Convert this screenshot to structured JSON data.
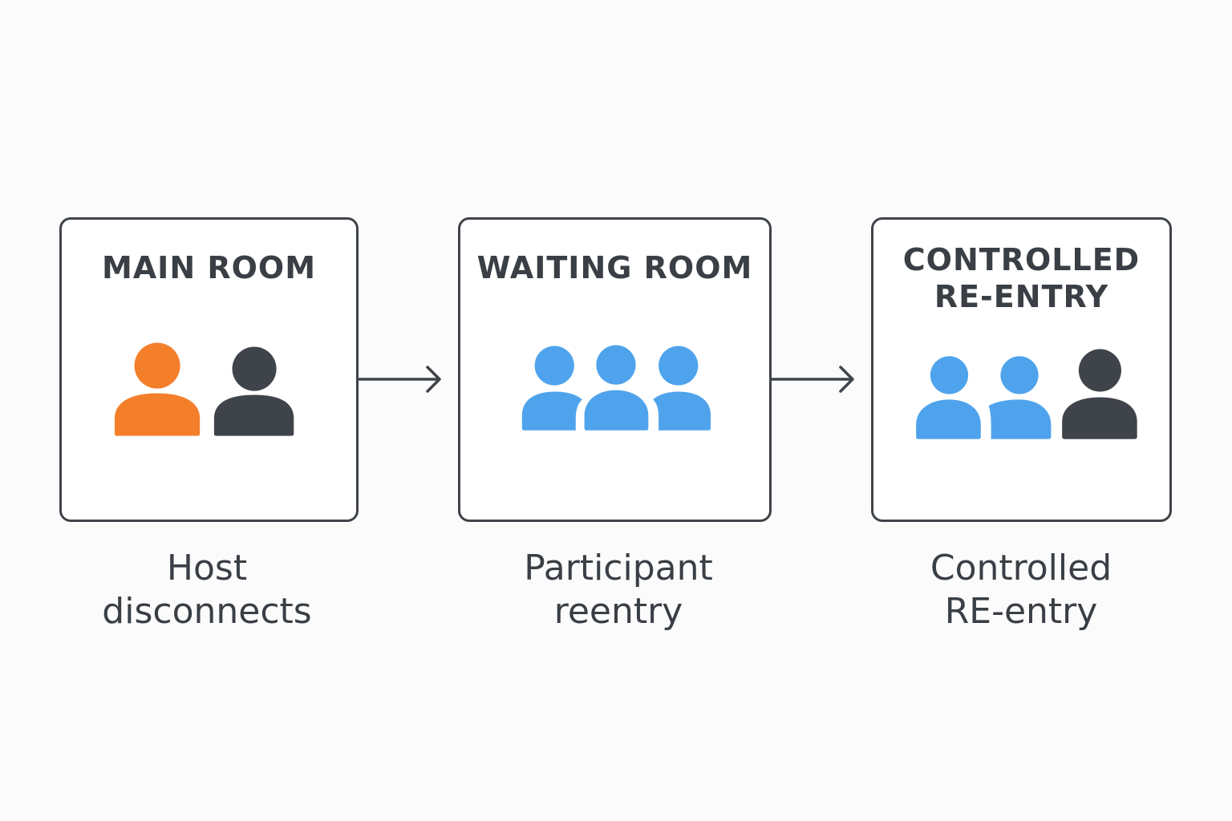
{
  "colors": {
    "host_orange": "#f47f2b",
    "participant_blue": "#4fa3ec",
    "dark_gray": "#3f444a"
  },
  "stages": [
    {
      "title_lines": [
        "MAIN ROOM"
      ],
      "caption_lines": [
        "Host",
        "disconnects"
      ],
      "icons": [
        "person-icon-orange",
        "person-icon-dark"
      ]
    },
    {
      "title_lines": [
        "WAITING ROOM"
      ],
      "caption_lines": [
        "Participant",
        "reentry"
      ],
      "icons": [
        "person-icon-blue",
        "person-icon-blue",
        "person-icon-blue"
      ]
    },
    {
      "title_lines": [
        "CONTROLLED",
        "RE-ENTRY"
      ],
      "caption_lines": [
        "Controlled",
        "RE-entry"
      ],
      "icons": [
        "person-icon-blue",
        "person-icon-blue",
        "person-icon-dark"
      ]
    }
  ],
  "arrows": [
    "arrow-right-icon",
    "arrow-right-icon"
  ]
}
